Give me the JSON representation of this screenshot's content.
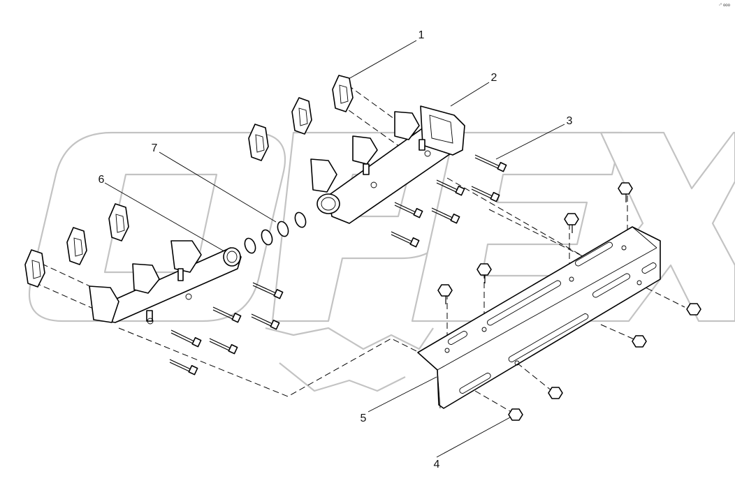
{
  "watermark": {
    "text": "OPEX"
  },
  "corner_mark": {
    "text": "◦° ooo"
  },
  "callouts": [
    {
      "id": "1",
      "label": "1"
    },
    {
      "id": "2",
      "label": "2"
    },
    {
      "id": "3",
      "label": "3"
    },
    {
      "id": "4",
      "label": "4"
    },
    {
      "id": "5",
      "label": "5"
    },
    {
      "id": "6",
      "label": "6"
    },
    {
      "id": "7",
      "label": "7"
    }
  ]
}
